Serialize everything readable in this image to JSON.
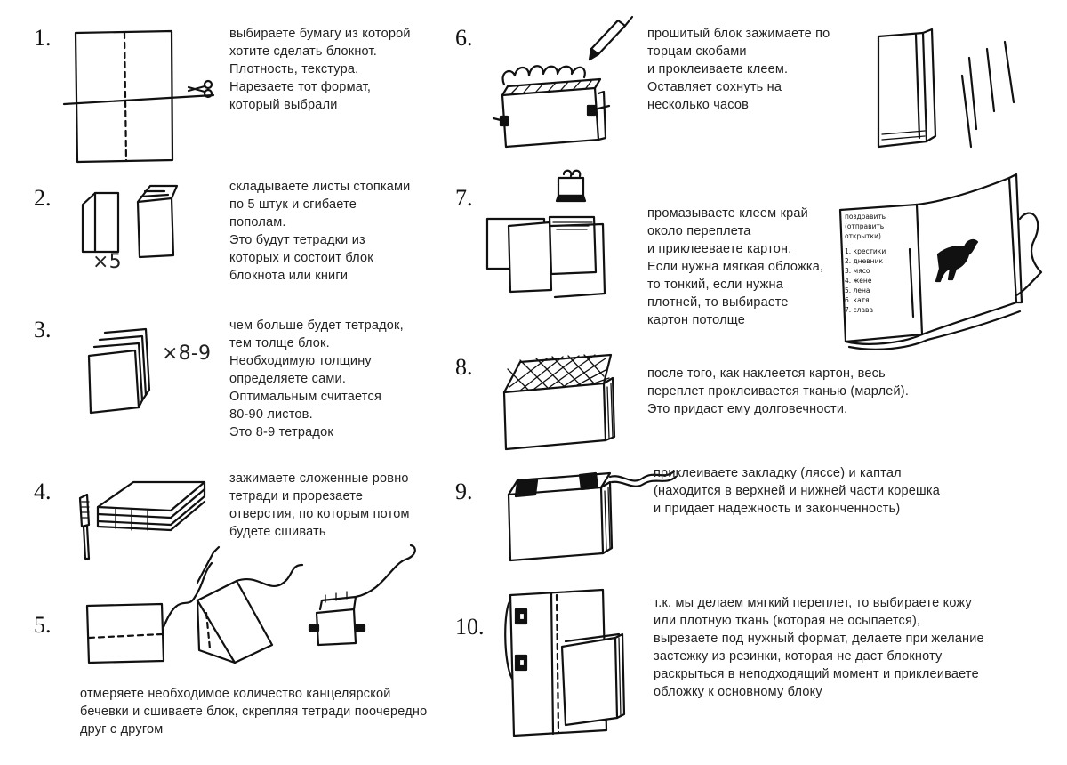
{
  "steps": [
    {
      "number": "1.",
      "text": "выбираете бумагу из которой\nхотите сделать блокнот.\nПлотность, текстура.\nНарезаете тот формат,\nкоторый выбрали"
    },
    {
      "number": "2.",
      "text": "складываете листы стопками\nпо 5 штук и сгибаете\nпополам.\nЭто будут тетрадки из\nкоторых и состоит блок\nблокнота или книги"
    },
    {
      "number": "3.",
      "text": "чем больше будет тетрадок,\nтем толще блок.\nНеобходимую толщину\nопределяете сами.\nОптимальным считается\n80-90 листов.\nЭто 8-9 тетрадок"
    },
    {
      "number": "4.",
      "text": "зажимаете сложенные ровно\nтетради и прорезаете\nотверстия, по которым потом\nбудете сшивать"
    },
    {
      "number": "5.",
      "text": "отмеряете необходимое количество канцелярской\nбечевки и сшиваете блок, скрепляя тетради поочередно\nдруг с другом"
    },
    {
      "number": "6.",
      "text": "прошитый блок зажимаете по\nторцам скобами\nи проклеиваете клеем.\nОставляет сохнуть на\nнесколько часов"
    },
    {
      "number": "7.",
      "text": "промазываете клеем край\nоколо переплета\nи приклееваете картон.\nЕсли нужна мягкая обложка,\nто тонкий, если нужна\nплотней, то выбираете\nкартон потолще"
    },
    {
      "number": "8.",
      "text": "после того, как наклеется картон, весь\nпереплет проклеивается тканью (марлей).\nЭто придаст ему долговечности."
    },
    {
      "number": "9.",
      "text": "приклеиваете закладку (ляссе) и каптал\n(находится в верхней и нижней части корешка\nи придает надежность и законченность)"
    },
    {
      "number": "10.",
      "text": "т.к. мы делаем мягкий переплет, то выбираете кожу\nили плотную ткань (которая не осыпается),\nвырезаете под нужный формат, делаете при желание\nзастежку из резинки, которая не даст блокноту\nраскрыться в неподходящий момент и приклеиваете\nобложку к основному блоку"
    }
  ],
  "sketch_labels": {
    "step2_multiplier": "×5",
    "step3_multiplier": "×8-9"
  },
  "book_page_lines": [
    "поздравить",
    "(отправить",
    "открытки)",
    "1. крестики",
    "2. дневник",
    "3. мясо",
    "4. жене",
    "5. лена",
    "6. катя",
    "7. слава"
  ],
  "colors": {
    "ink": "#111111",
    "paper": "#ffffff"
  }
}
